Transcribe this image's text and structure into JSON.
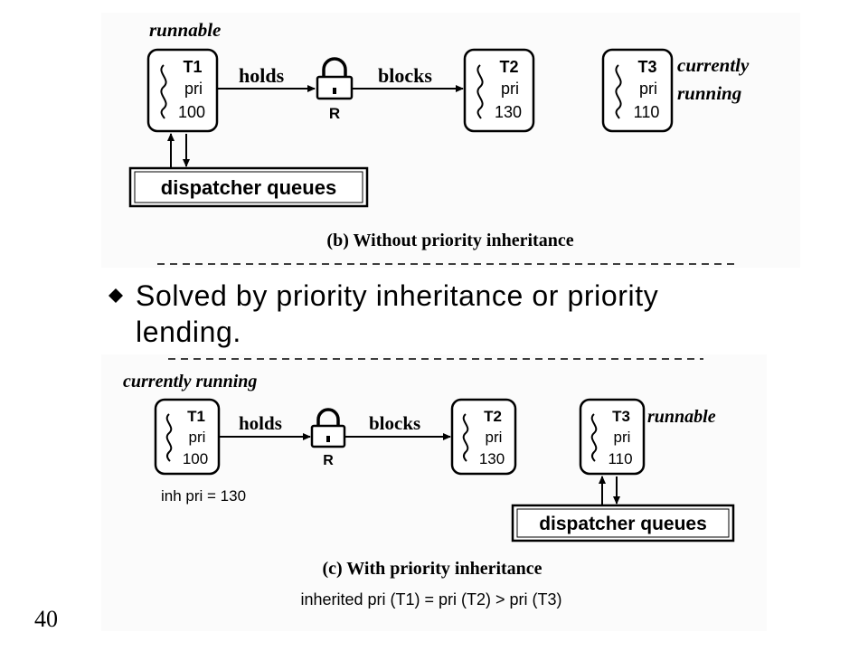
{
  "slide": {
    "bullet": "Solved by priority inheritance or priority lending.",
    "page_number": "40"
  },
  "figure_b": {
    "t1_state": "runnable",
    "t3_state_line1": "currently",
    "t3_state_line2": "running",
    "t1": {
      "name": "T1",
      "pri_label": "pri",
      "pri": "100"
    },
    "t2": {
      "name": "T2",
      "pri_label": "pri",
      "pri": "130"
    },
    "t3": {
      "name": "T3",
      "pri_label": "pri",
      "pri": "110"
    },
    "holds": "holds",
    "blocks": "blocks",
    "resource": "R",
    "queues": "dispatcher queues",
    "caption": "(b) Without priority inheritance"
  },
  "figure_c": {
    "t1_state": "currently running",
    "t3_state": "runnable",
    "t1": {
      "name": "T1",
      "pri_label": "pri",
      "pri": "100"
    },
    "t2": {
      "name": "T2",
      "pri_label": "pri",
      "pri": "130"
    },
    "t3": {
      "name": "T3",
      "pri_label": "pri",
      "pri": "110"
    },
    "holds": "holds",
    "blocks": "blocks",
    "resource": "R",
    "inh_note": "inh pri = 130",
    "queues": "dispatcher queues",
    "caption": "(c) With priority inheritance",
    "footnote": "inherited pri (T1) = pri (T2) > pri (T3)"
  }
}
